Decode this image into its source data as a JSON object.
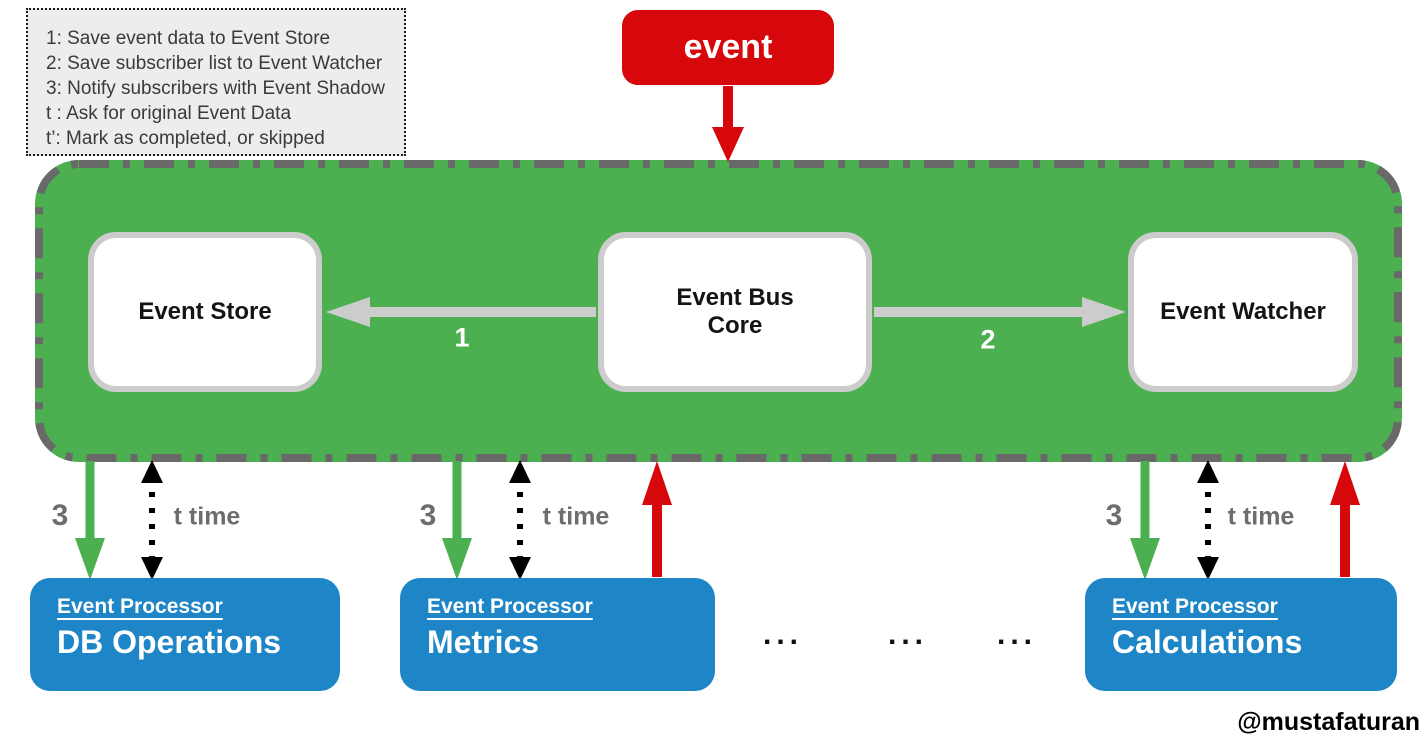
{
  "colors": {
    "container_green": "#4caf50",
    "processor_blue": "#1e86c7",
    "event_red": "#d6080c",
    "arrow_light_gray": "#cccccc",
    "dashed_border_gray": "#696969",
    "label_gray": "#6d6d6d",
    "legend_background": "#ededed"
  },
  "legend": {
    "lines": [
      "1: Save event data to Event Store",
      "2: Save subscriber list to Event Watcher",
      "3: Notify subscribers with Event Shadow",
      "t : Ask for original Event Data",
      "t’: Mark as completed, or skipped"
    ]
  },
  "event_badge": {
    "label": "event"
  },
  "bus": {
    "store": {
      "label": "Event Store"
    },
    "core": {
      "label": "Event Bus\nCore"
    },
    "watcher": {
      "label": "Event Watcher"
    }
  },
  "arrow_labels": {
    "save_to_store": "1",
    "save_to_watcher": "2",
    "notify_left": "3",
    "notify_middle": "3",
    "notify_right": "3",
    "t_time_left": "t time",
    "t_time_middle": "t time",
    "t_time_right": "t time"
  },
  "processors": [
    {
      "type_label": "Event Processor",
      "name": "DB Operations"
    },
    {
      "type_label": "Event Processor",
      "name": "Metrics"
    },
    {
      "type_label": "Event Processor",
      "name": "Calculations"
    }
  ],
  "ellipsis": [
    "...",
    "...",
    "..."
  ],
  "credit": "@mustafaturan"
}
